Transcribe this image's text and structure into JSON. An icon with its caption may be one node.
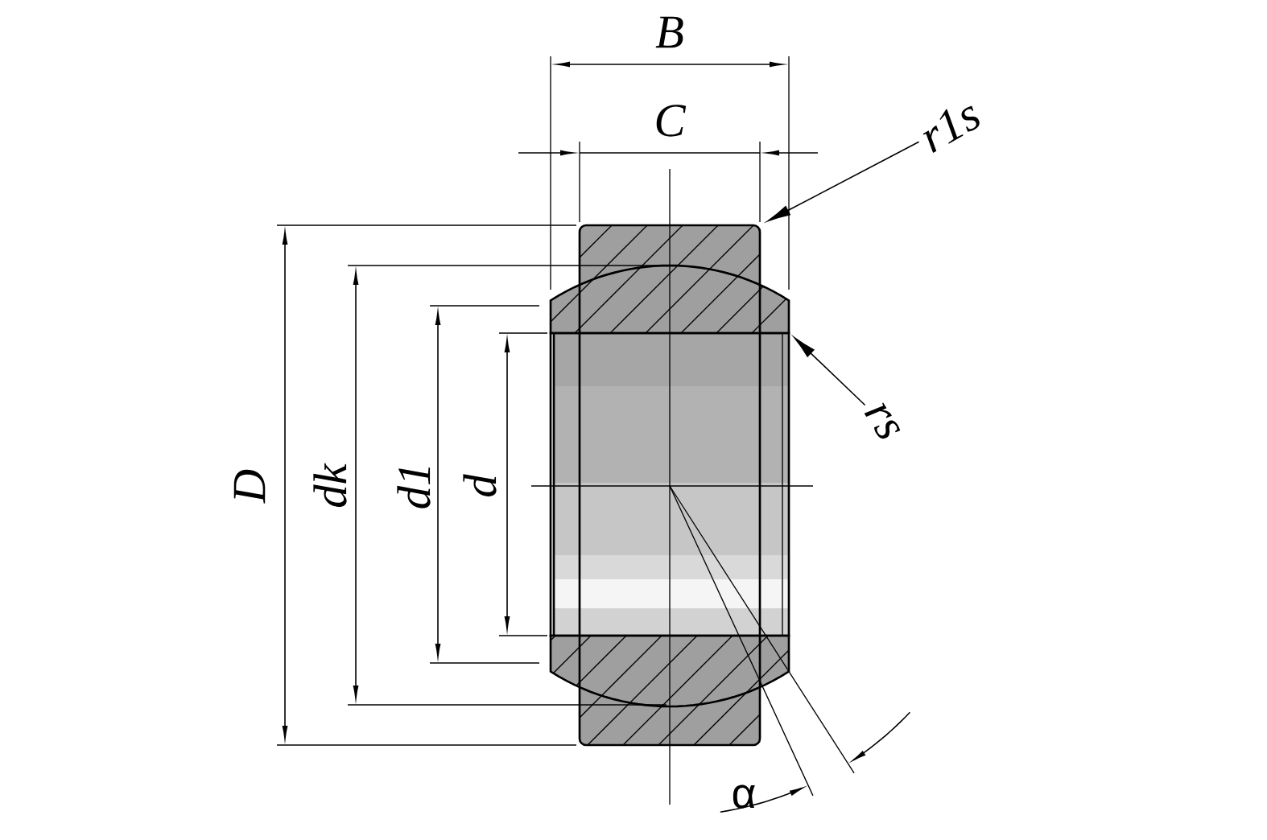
{
  "diagram": {
    "nodes": [
      {
        "text": [
          "r1s"
        ]
      },
      {
        "text": [
          "rs"
        ]
      },
      {
        "text": [],
        "shape": "picture"
      }
    ],
    "edges": [
      {
        "from": 0,
        "to": 2,
        "arrow": "to"
      },
      {
        "from": 1,
        "to": 2,
        "arrow": "to"
      }
    ],
    "labels": [
      "B",
      "C",
      "D",
      "dk",
      "d1",
      "d",
      "α"
    ]
  }
}
